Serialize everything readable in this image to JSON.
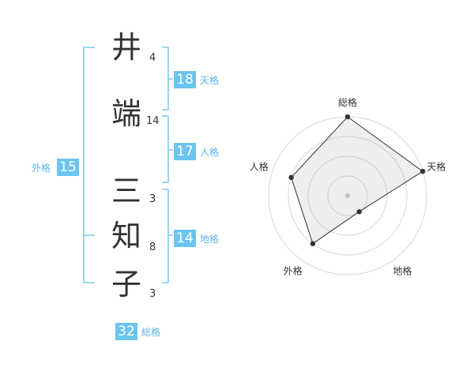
{
  "name": {
    "characters": [
      {
        "char": "井",
        "strokes": "4"
      },
      {
        "char": "端",
        "strokes": "14"
      },
      {
        "char": "三",
        "strokes": "3"
      },
      {
        "char": "知",
        "strokes": "8"
      },
      {
        "char": "子",
        "strokes": "3"
      }
    ]
  },
  "scores": {
    "tenkaku": {
      "label": "天格",
      "value": "18"
    },
    "jinkaku": {
      "label": "人格",
      "value": "17"
    },
    "chikaku": {
      "label": "地格",
      "value": "14"
    },
    "gaikaku": {
      "label": "外格",
      "value": "15"
    },
    "soukaku": {
      "label": "総格",
      "value": "32"
    }
  },
  "colors": {
    "accent": "#6cc4f0",
    "bracket": "#7cc8ee",
    "text": "#333333"
  },
  "chart_data": {
    "type": "radar",
    "axes": [
      "総格",
      "天格",
      "地格",
      "外格",
      "人格"
    ],
    "values": [
      4,
      4,
      1,
      3,
      3
    ],
    "rmax": 4,
    "rings": 4
  }
}
